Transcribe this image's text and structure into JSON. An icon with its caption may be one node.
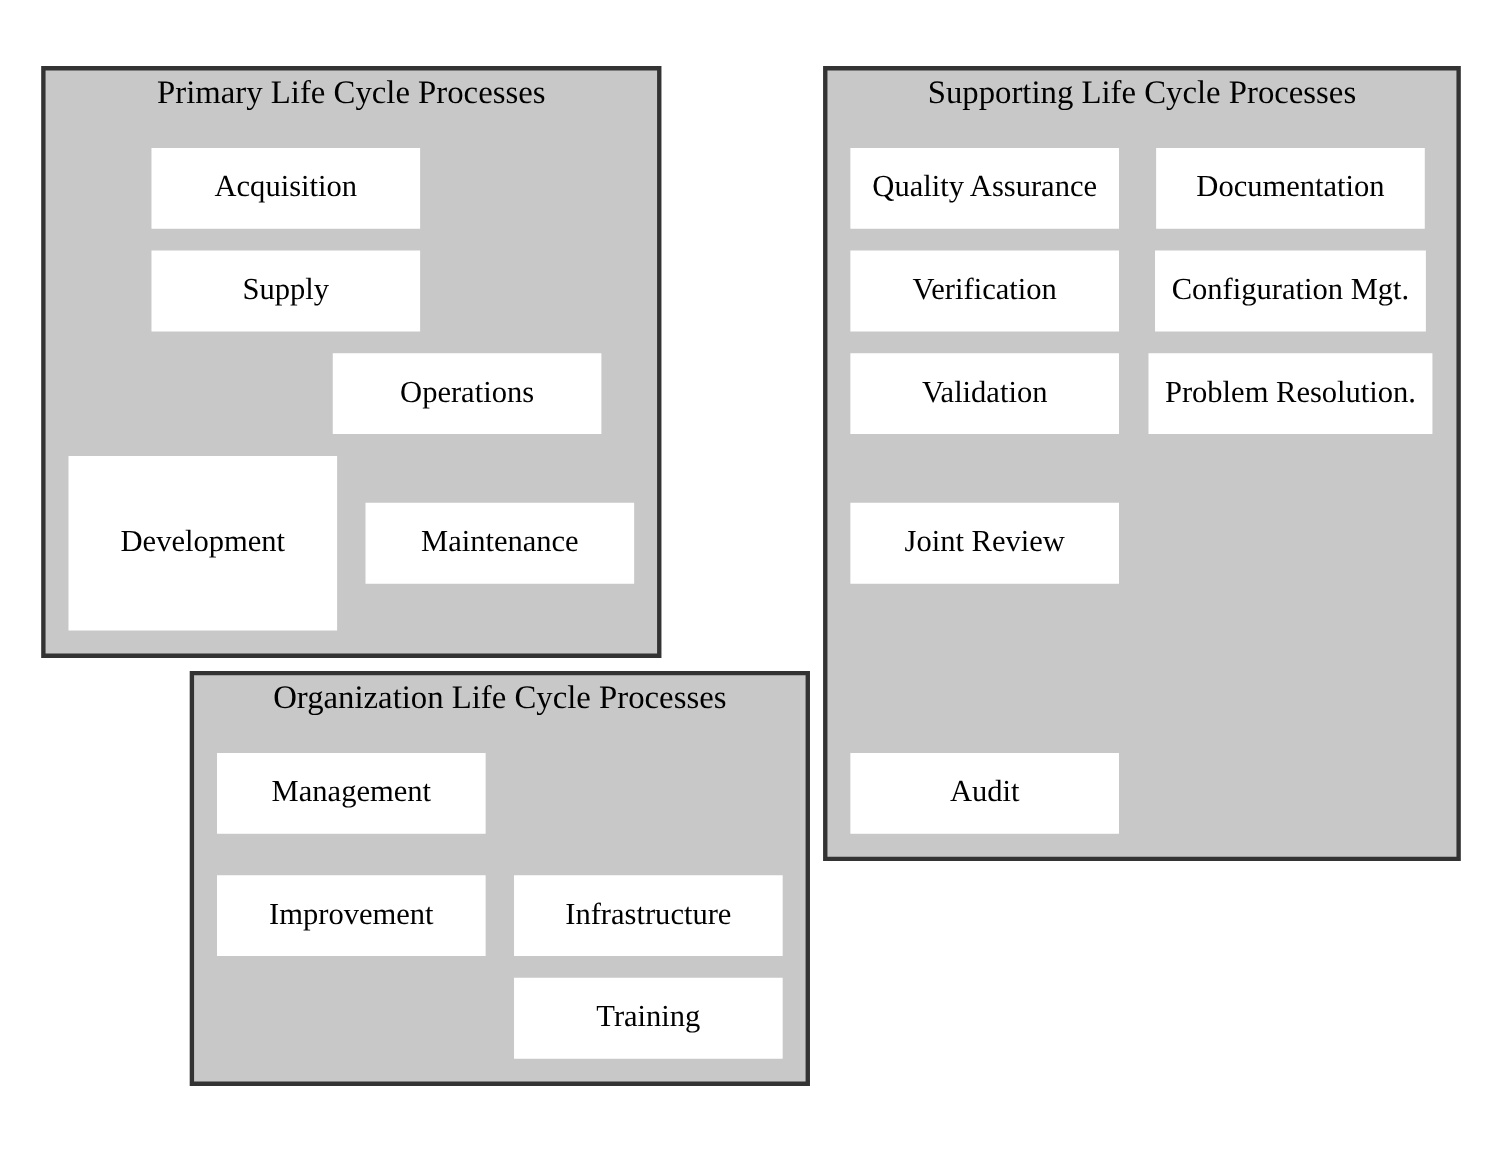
{
  "diagram": {
    "nodes": [
      {
        "text": [
          "Primary Life Cycle Processes"
        ]
      },
      {
        "text": [
          "Acquisition"
        ],
        "in": 0
      },
      {
        "text": [
          "Supply"
        ],
        "in": 0
      },
      {
        "text": [
          "Development"
        ],
        "in": 0
      },
      {
        "text": [
          "Operations"
        ],
        "in": 0
      },
      {
        "text": [
          "Maintenance"
        ],
        "in": 0
      },
      {
        "text": [
          "Supporting Life Cycle Processes"
        ]
      },
      {
        "text": [
          "Documentation"
        ],
        "in": 6
      },
      {
        "text": [
          "Quality Assurance"
        ],
        "in": 6
      },
      {
        "text": [
          "Configuration Mgt."
        ],
        "in": 6
      },
      {
        "text": [
          "Verification"
        ],
        "in": 6
      },
      {
        "text": [
          "Problem Resolution."
        ],
        "in": 6
      },
      {
        "text": [
          "Validation"
        ],
        "in": 6
      },
      {
        "text": [
          "Joint Review"
        ],
        "in": 6
      },
      {
        "text": [
          "Audit"
        ],
        "in": 6
      },
      {
        "text": [
          "Organization Life Cycle Processes"
        ]
      },
      {
        "text": [
          "Management"
        ],
        "in": 15
      },
      {
        "text": [
          "Infrastructure"
        ],
        "in": 15
      },
      {
        "text": [
          "Improvement"
        ],
        "in": 15
      },
      {
        "text": [
          "Training"
        ],
        "in": 15
      }
    ],
    "edges": []
  }
}
